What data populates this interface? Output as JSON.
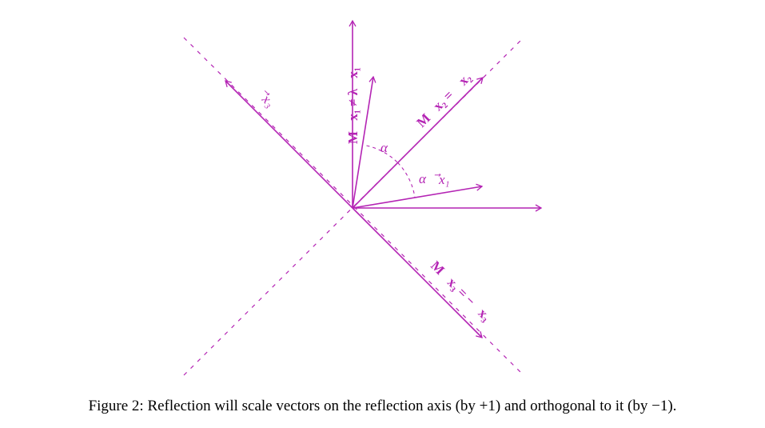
{
  "figure": {
    "caption": "Figure 2: Reflection will scale vectors on the reflection axis (by +1) and orthogonal to it (by −1).",
    "color": "#b424b4",
    "labels": {
      "mx1": "M⃗x₁ ≠ λ⃗x₁",
      "mx2": "M⃗x₂ = ⃗x₂",
      "mx3": "M⃗x₃ = −⃗x₃",
      "x1": "⃗x₁",
      "x3": "⃗x₃",
      "alpha_upper": "α",
      "alpha_lower": "α"
    }
  }
}
